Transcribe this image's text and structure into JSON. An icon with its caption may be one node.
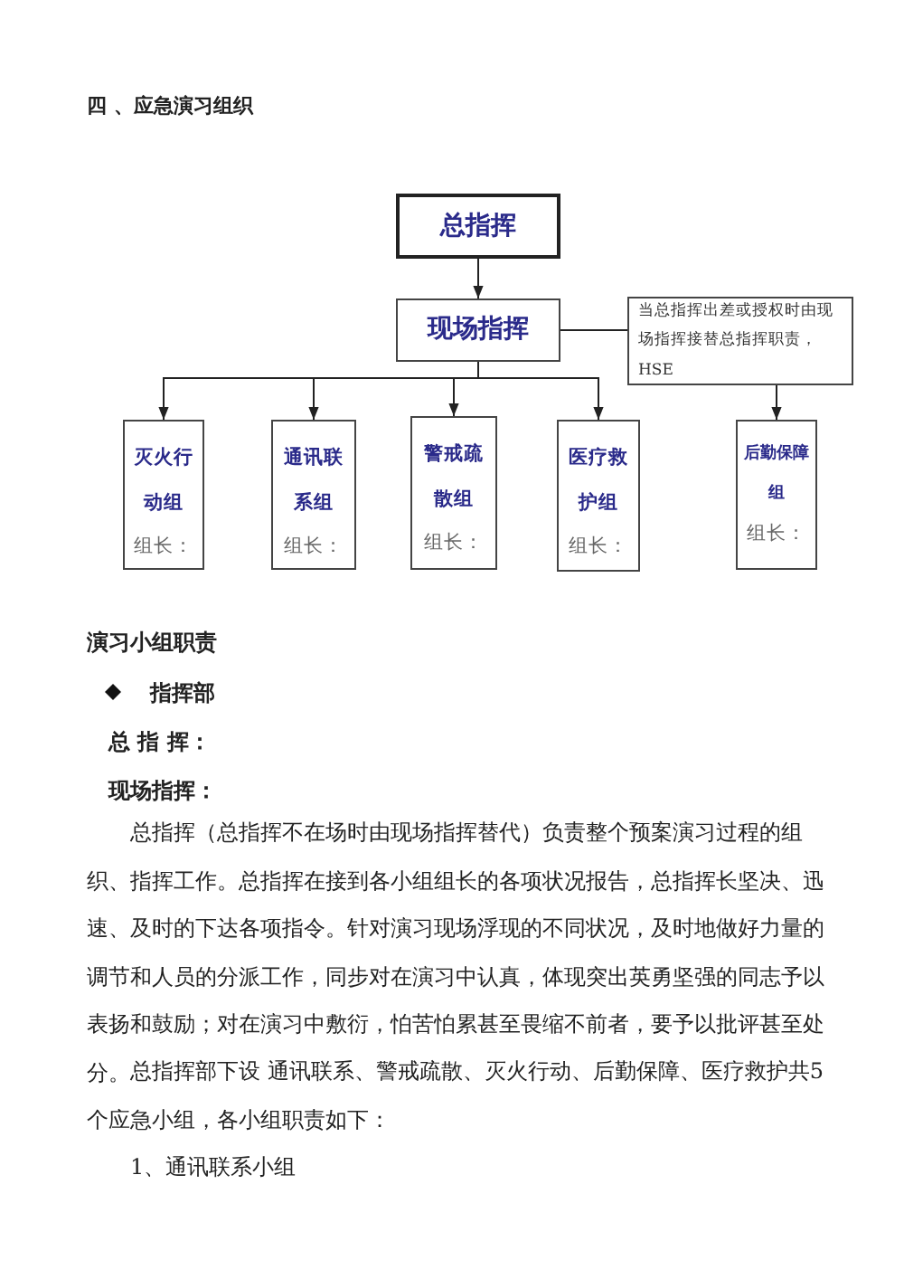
{
  "diagram": {
    "title": "四 、应急演习组织",
    "nodes": [
      {
        "text": [
          "总指挥"
        ]
      },
      {
        "text": [
          "现场指挥"
        ]
      },
      {
        "text": [
          "当总指挥出差或授权时由现场指挥接替总指挥职责，HSE"
        ]
      },
      {
        "text": [
          "灭火行动组",
          "组长："
        ]
      },
      {
        "text": [
          "通讯联系组",
          "组长："
        ]
      },
      {
        "text": [
          "警戒疏散组",
          "组长："
        ]
      },
      {
        "text": [
          "医疗救护组",
          "组长："
        ]
      },
      {
        "text": [
          "后勤保障组",
          "组长："
        ]
      }
    ],
    "edges": [
      {
        "from": 0,
        "to": 1,
        "arrow": "to"
      },
      {
        "from": 1,
        "to": 2,
        "arrow": "none"
      },
      {
        "from": 1,
        "to": 3,
        "arrow": "to"
      },
      {
        "from": 1,
        "to": 4,
        "arrow": "to"
      },
      {
        "from": 1,
        "to": 5,
        "arrow": "to"
      },
      {
        "from": 1,
        "to": 6,
        "arrow": "to"
      },
      {
        "from": 2,
        "to": 7,
        "arrow": "to"
      }
    ],
    "labels": [
      "演习小组职责",
      "指挥部",
      "总 指 挥：",
      "现场指挥：",
      "总指挥（总指挥不在场时由现场指挥替代）负责整个预案演习过程的组织、指挥工作。总指挥在接到各小组组长的各项状况报告，总指挥长坚决、迅速、及时的下达各项指令。针对演习现场浮现的不同状况，及时地做好力量的调节和人员的分派工作，同步对在演习中认真，体现突出英勇坚强的同志予以表扬和鼓励；对在演习中敷衍，怕苦怕累甚至畏缩不前者，要予以批评甚至处分。",
      "总指挥部下设 通讯联系、警戒疏散、灭火行动、后勤保障、医疗救护共5个应急小组，各小组职责如下：",
      "1、通讯联系小组"
    ]
  }
}
